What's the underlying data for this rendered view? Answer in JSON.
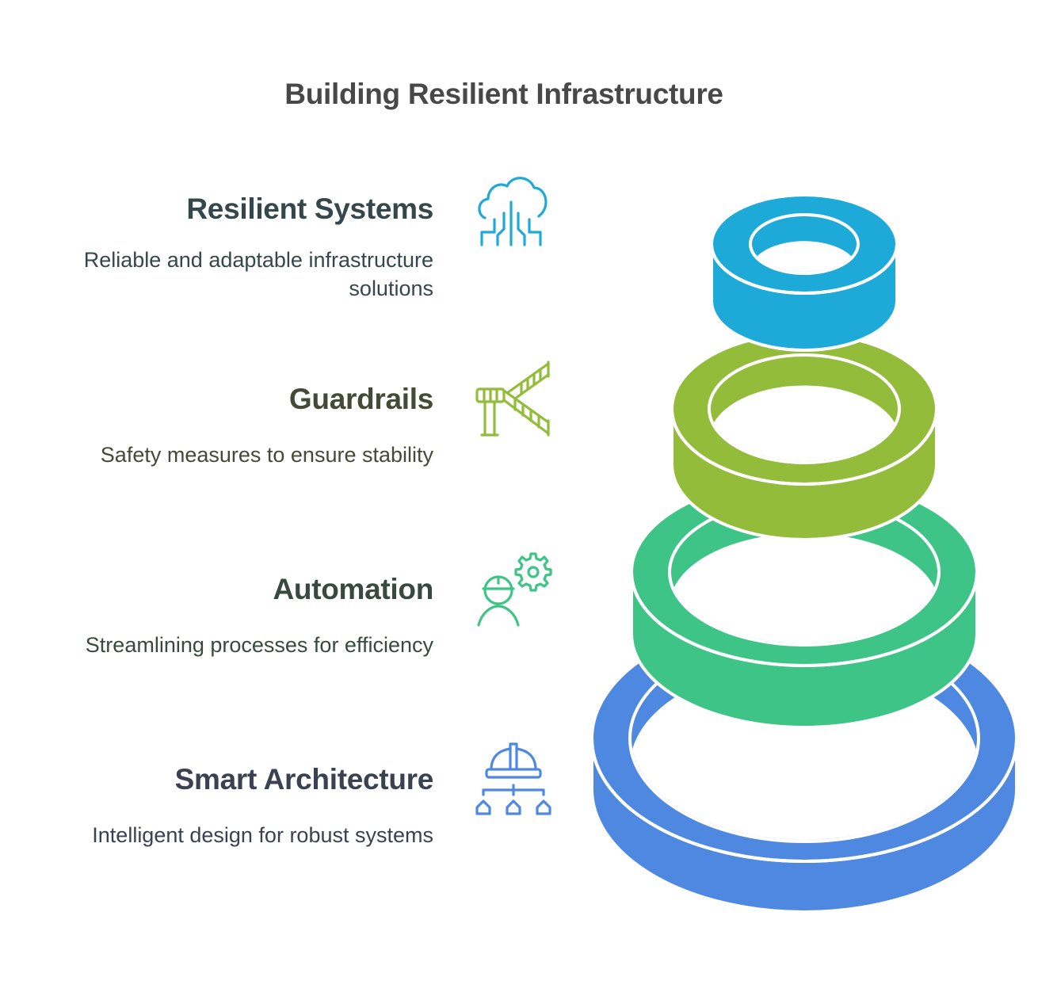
{
  "title": "Building Resilient Infrastructure",
  "items": [
    {
      "heading": "Resilient Systems",
      "description_lines": [
        "Reliable and adaptable infrastructure",
        "solutions"
      ],
      "icon": "cloud-circuit-icon",
      "color": "#1EAAD8",
      "text_color": "#35474A"
    },
    {
      "heading": "Guardrails",
      "description_lines": [
        "Safety measures to ensure stability"
      ],
      "icon": "guardrail-stairs-icon",
      "color": "#92BC3A",
      "text_color": "#454A36"
    },
    {
      "heading": "Automation",
      "description_lines": [
        "Streamlining processes for efficiency"
      ],
      "icon": "worker-gear-icon",
      "color": "#3EC487",
      "text_color": "#384A40"
    },
    {
      "heading": "Smart Architecture",
      "description_lines": [
        "Intelligent design for robust systems"
      ],
      "icon": "hardhat-hierarchy-icon",
      "color": "#4E88E0",
      "text_color": "#3A4150"
    }
  ]
}
